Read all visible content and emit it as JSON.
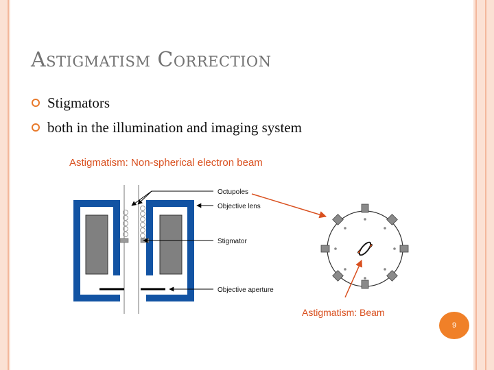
{
  "slide": {
    "title": "Astigmatism Correction",
    "bullets": [
      "Stigmators",
      "both in the illumination and imaging system"
    ],
    "page_number": "9"
  },
  "diagram": {
    "caption": "Astigmatism: Non-spherical electron beam",
    "labels": {
      "octupoles": "Octupoles",
      "objective_lens": "Objective lens",
      "stigmator": "Stigmator",
      "objective_aperture": "Objective aperture",
      "beam": "Astigmatism: Beam"
    },
    "colors": {
      "lens_blue": "#1253a3",
      "pole_gray": "#8a8a8a",
      "caption_orange": "#d9501f",
      "bullet_orange": "#e8792a",
      "title_gray": "#727272"
    }
  }
}
